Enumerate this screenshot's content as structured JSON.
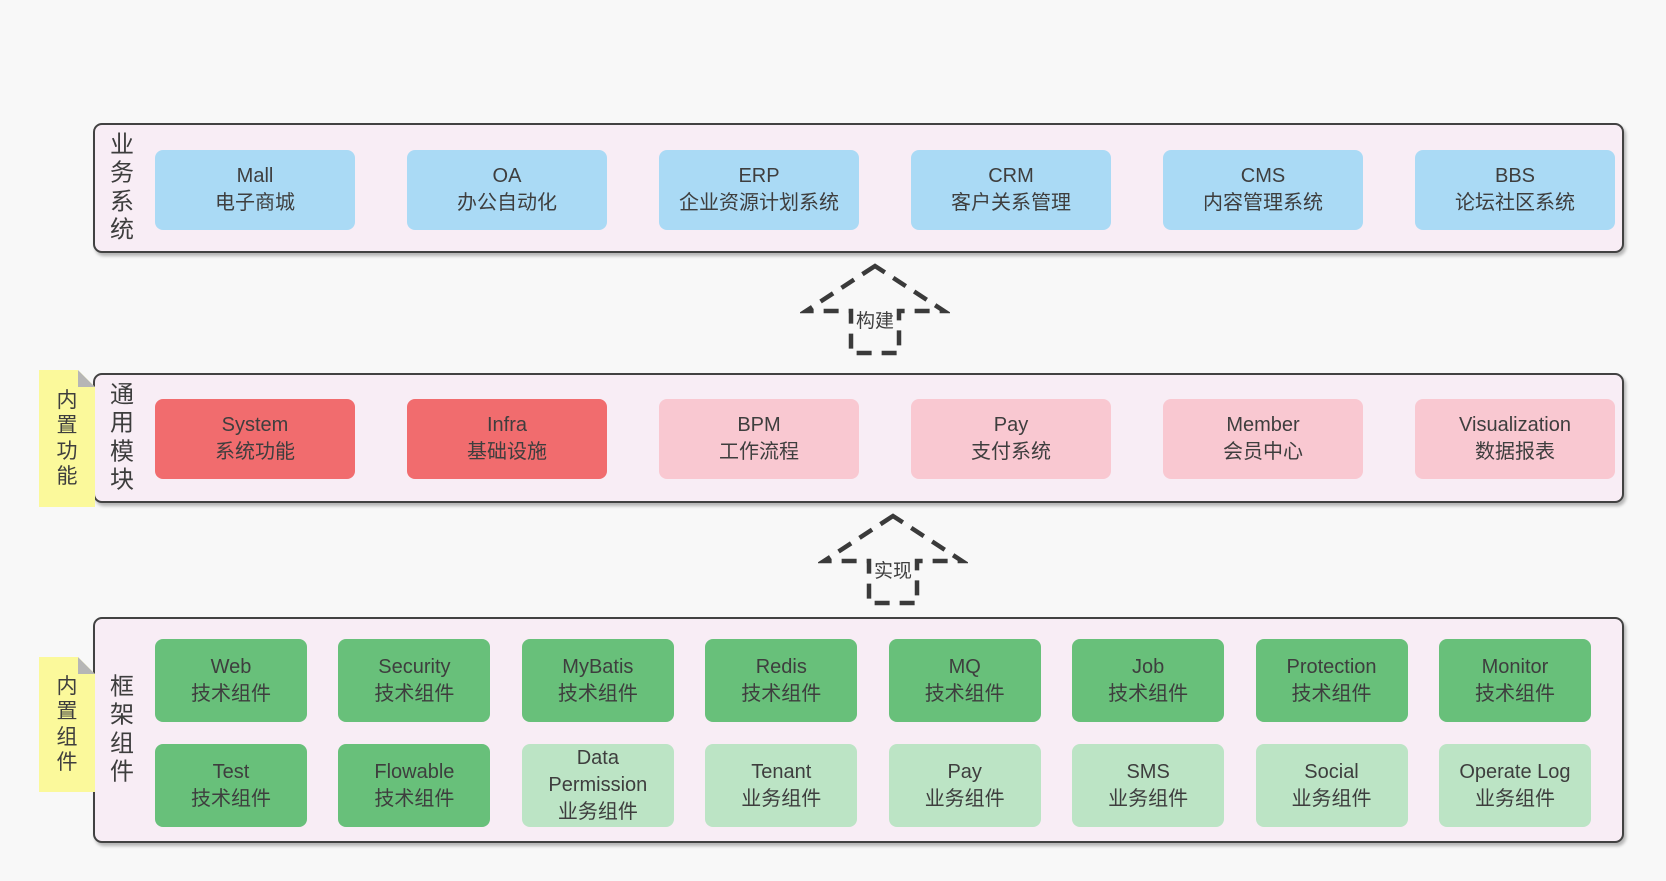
{
  "arrows": [
    {
      "label": "构建"
    },
    {
      "label": "实现"
    }
  ],
  "bands": {
    "business": {
      "label": "业务系统",
      "boxes": [
        {
          "name": "Mall",
          "desc": "电子商城"
        },
        {
          "name": "OA",
          "desc": "办公自动化"
        },
        {
          "name": "ERP",
          "desc": "企业资源计划系统"
        },
        {
          "name": "CRM",
          "desc": "客户关系管理"
        },
        {
          "name": "CMS",
          "desc": "内容管理系统"
        },
        {
          "name": "BBS",
          "desc": "论坛社区系统"
        }
      ]
    },
    "modules": {
      "label": "通用模块",
      "sticky": "内置功能",
      "boxes": [
        {
          "name": "System",
          "desc": "系统功能"
        },
        {
          "name": "Infra",
          "desc": "基础设施"
        },
        {
          "name": "BPM",
          "desc": "工作流程"
        },
        {
          "name": "Pay",
          "desc": "支付系统"
        },
        {
          "name": "Member",
          "desc": "会员中心"
        },
        {
          "name": "Visualization",
          "desc": "数据报表"
        }
      ]
    },
    "components": {
      "label": "框架组件",
      "sticky": "内置组件",
      "row1": [
        {
          "name": "Web",
          "desc": "技术组件"
        },
        {
          "name": "Security",
          "desc": "技术组件"
        },
        {
          "name": "MyBatis",
          "desc": "技术组件"
        },
        {
          "name": "Redis",
          "desc": "技术组件"
        },
        {
          "name": "MQ",
          "desc": "技术组件"
        },
        {
          "name": "Job",
          "desc": "技术组件"
        },
        {
          "name": "Protection",
          "desc": "技术组件"
        },
        {
          "name": "Monitor",
          "desc": "技术组件"
        }
      ],
      "row2": [
        {
          "name": "Test",
          "desc": "技术组件"
        },
        {
          "name": "Flowable",
          "desc": "技术组件"
        },
        {
          "name": "Data Permission",
          "desc": "业务组件"
        },
        {
          "name": "Tenant",
          "desc": "业务组件"
        },
        {
          "name": "Pay",
          "desc": "业务组件"
        },
        {
          "name": "SMS",
          "desc": "业务组件"
        },
        {
          "name": "Social",
          "desc": "业务组件"
        },
        {
          "name": "Operate Log",
          "desc": "业务组件"
        }
      ]
    }
  },
  "colors": {
    "page_bg": "#f8f8f8",
    "band_bg": "#f8edf5",
    "band_border": "#424242",
    "blue_box": "#aadaf5",
    "red_box": "#f16c6e",
    "pink_box": "#f9c8d1",
    "green_dark_box": "#68c07a",
    "green_light_box": "#bce4c5",
    "sticky_yellow": "#fbf99b",
    "text": "#3e3e3e"
  }
}
